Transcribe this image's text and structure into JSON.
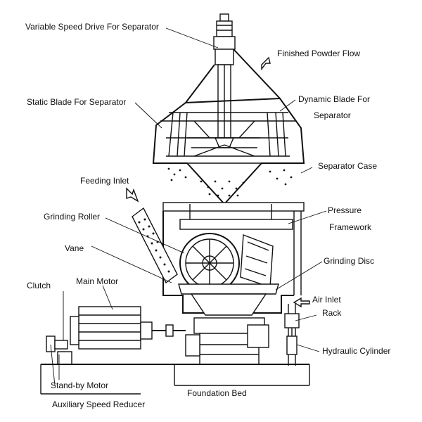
{
  "labels": {
    "variable_speed_drive": "Variable Speed Drive For Separator",
    "finished_powder_flow": "Finished Powder Flow",
    "static_blade": "Static Blade For Separator",
    "dynamic_blade_1": "Dynamic Blade For",
    "dynamic_blade_2": "Separator",
    "separator_case": "Separator Case",
    "feeding_inlet": "Feeding Inlet",
    "grinding_roller": "Grinding Roller",
    "pressure_1": "Pressure",
    "pressure_2": "Framework",
    "vane": "Vane",
    "grinding_disc": "Grinding Disc",
    "clutch": "Clutch",
    "main_motor": "Main Motor",
    "air_inlet": "Air Inlet",
    "rack": "Rack",
    "hydraulic_cylinder": "Hydraulic Cylinder",
    "standby_motor": "Stand-by Motor",
    "foundation_bed": "Foundation Bed",
    "auxiliary_speed_reducer": "Auxiliary Speed Reducer"
  }
}
